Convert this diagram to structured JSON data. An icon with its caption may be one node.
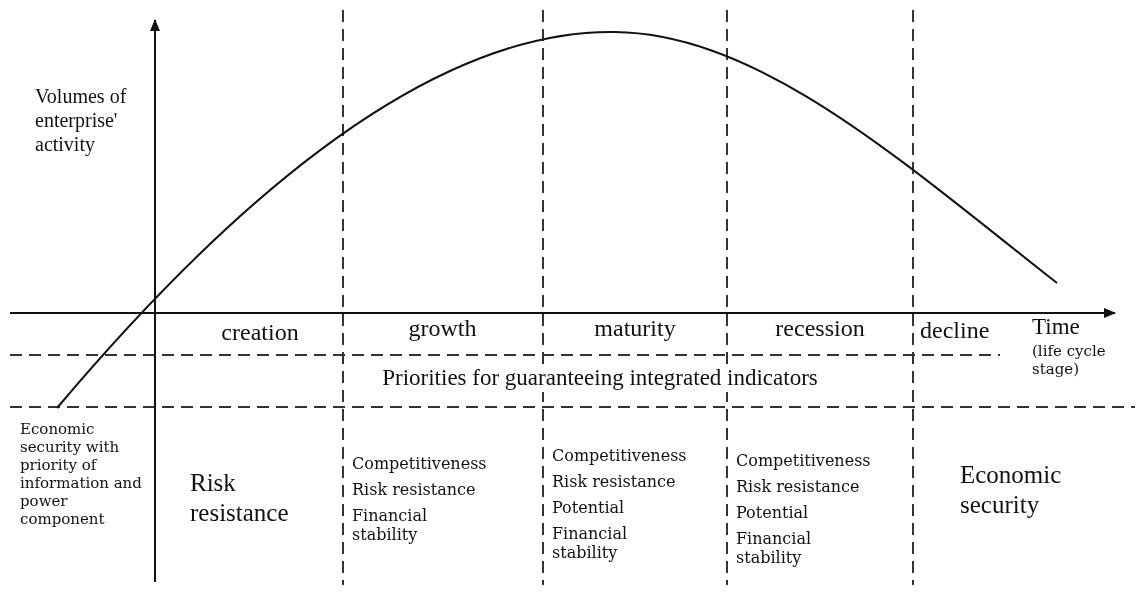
{
  "diagram": {
    "labels": [
      "Volumes of enterprise' activity",
      "creation",
      "growth",
      "maturity",
      "recession",
      "decline",
      "Time",
      "(life cycle stage)",
      "Priorities for guaranteeing integrated indicators",
      "Economic security with priority of information and power component",
      "Risk resistance",
      "Competitiveness",
      "Risk resistance",
      "Financial stability",
      "Competitiveness",
      "Risk resistance",
      "Potential",
      "Financial stability",
      "Competitiveness",
      "Risk resistance",
      "Potential",
      "Financial stability",
      "Economic security"
    ]
  }
}
